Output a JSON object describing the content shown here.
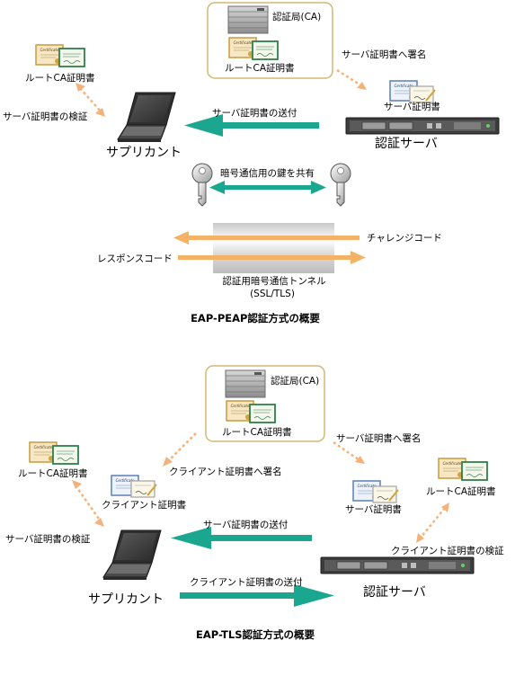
{
  "peap": {
    "title": "EAP-PEAP認証方式の概要",
    "ca_label": "認証局(CA)",
    "ca_root_cert": "ルートCA証明書",
    "supplicant_root_cert": "ルートCA証明書",
    "server_cert": "サーバ証明書",
    "sign_server_cert": "サーバ証明書へ署名",
    "verify_server_cert": "サーバ証明書の検証",
    "send_server_cert": "サーバ証明書の送付",
    "supplicant": "サプリカント",
    "auth_server": "認証サーバ",
    "shared_key": "暗号通信用の鍵を共有",
    "challenge": "チャレンジコード",
    "response": "レスポンスコード",
    "tunnel_line1": "認証用暗号通信トンネル",
    "tunnel_line2": "(SSL/TLS)"
  },
  "tls": {
    "title": "EAP-TLS認証方式の概要",
    "ca_label": "認証局(CA)",
    "ca_root_cert": "ルートCA証明書",
    "supplicant_root_cert": "ルートCA証明書",
    "client_cert": "クライアント証明書",
    "sign_client_cert": "クライアント証明書へ署名",
    "sign_server_cert": "サーバ証明書へ署名",
    "server_cert": "サーバ証明書",
    "server_root_cert": "ルートCA証明書",
    "verify_server_cert": "サーバ証明書の検証",
    "verify_client_cert": "クライアント証明書の検証",
    "send_server_cert": "サーバ証明書の送付",
    "send_client_cert": "クライアント証明書の送付",
    "supplicant": "サプリカント",
    "auth_server": "認証サーバ"
  },
  "colors": {
    "teal_arrow": "#1aa68f",
    "orange_arrow": "#f4b266",
    "dotted_arrow": "#f2b27a",
    "ca_box_border": "#d2b870",
    "certificate_icon": "certificate-icon",
    "laptop_icon": "laptop-icon",
    "server_icon": "server-rack-icon",
    "key_icon": "key-icon",
    "ca_icon": "ca-server-icon"
  }
}
